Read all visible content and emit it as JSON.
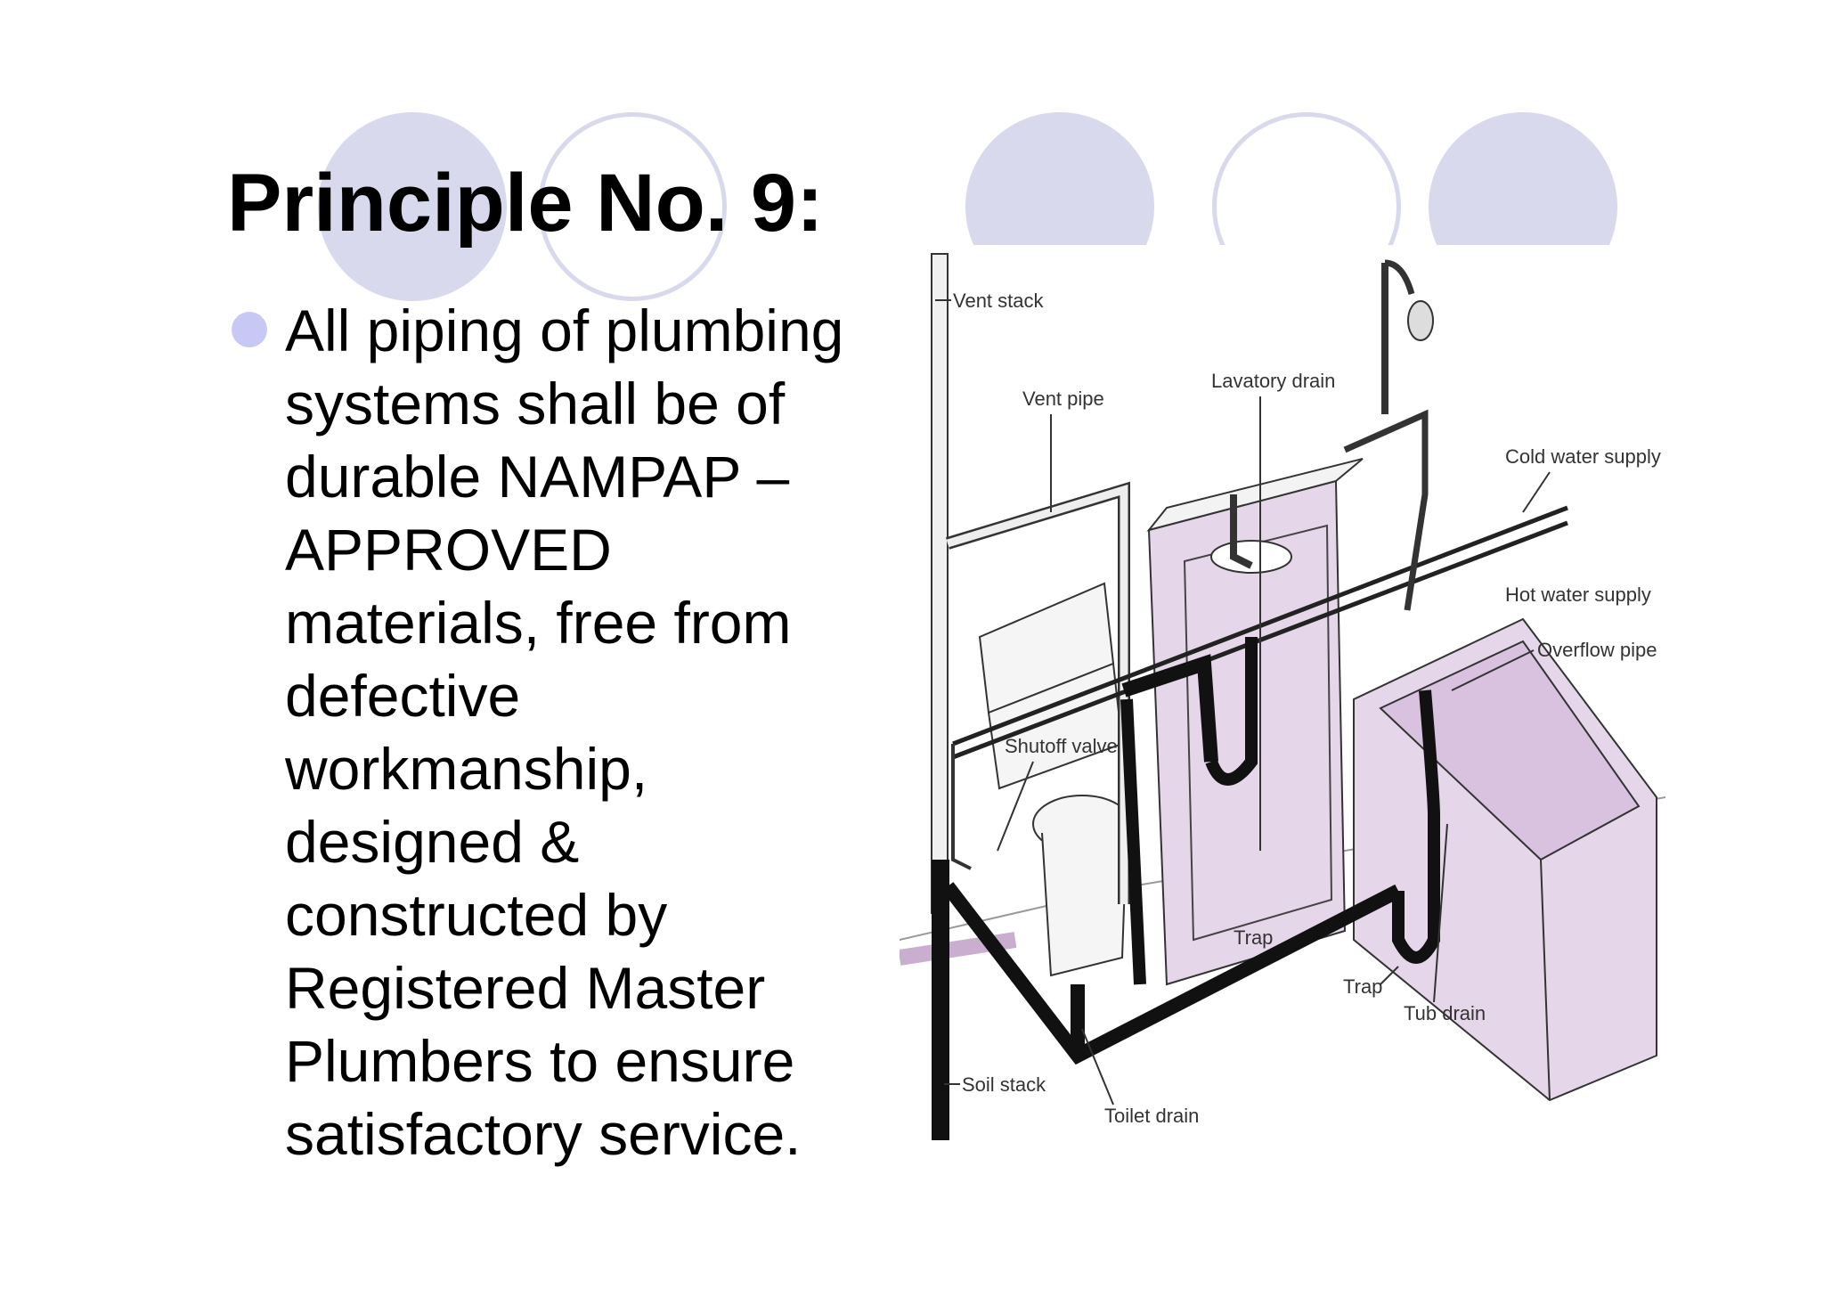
{
  "slide": {
    "title": "Principle No. 9:",
    "bullet_lines": [
      "All piping of plumbing",
      "systems shall be of",
      "durable NAMPAP –",
      "APPROVED",
      "materials, free from",
      "defective",
      "workmanship,",
      "designed &",
      "constructed by",
      "Registered Master",
      "Plumbers to ensure",
      "satisfactory service."
    ]
  },
  "diagram": {
    "labels": {
      "vent_stack": "Vent stack",
      "vent_pipe": "Vent pipe",
      "lavatory_drain": "Lavatory drain",
      "cold_water_supply": "Cold water supply",
      "hot_water_supply": "Hot water supply",
      "overflow_pipe": "Overflow pipe",
      "shutoff_valve": "Shutoff valve",
      "trap_sink": "Trap",
      "trap_tub": "Trap",
      "tub_drain": "Tub drain",
      "soil_stack": "Soil stack",
      "toilet_drain": "Toilet drain"
    }
  },
  "colors": {
    "decor_circle": "#d9d9ee",
    "bullet": "#c8c8f5",
    "fixture_fill": "#e8d8ea"
  }
}
